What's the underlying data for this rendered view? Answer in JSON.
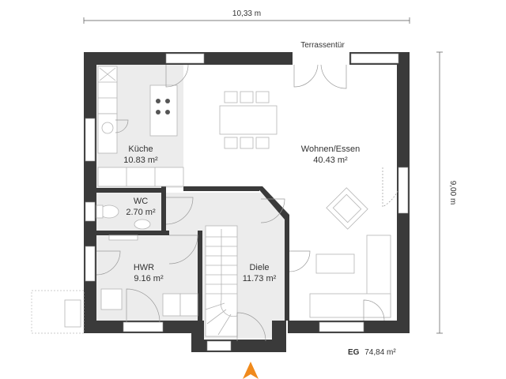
{
  "dimensions": {
    "width_label": "10,33 m",
    "height_label": "9,00 m"
  },
  "annotations": {
    "terrace_door": "Terrassentür"
  },
  "rooms": [
    {
      "name": "Küche",
      "area": "10.83 m²"
    },
    {
      "name": "Wohnen/Essen",
      "area": "40.43 m²"
    },
    {
      "name": "WC",
      "area": "2.70 m²"
    },
    {
      "name": "HWR",
      "area": "9.16 m²"
    },
    {
      "name": "Diele",
      "area": "11.73 m²"
    }
  ],
  "floor": {
    "level": "EG",
    "area": "74,84 m²"
  },
  "colors": {
    "wall": "#3a3a3a",
    "tile_floor": "#ececec",
    "entrance_arrow": "#f08a1c"
  },
  "icons": {
    "entrance": "north-arrow-icon"
  }
}
